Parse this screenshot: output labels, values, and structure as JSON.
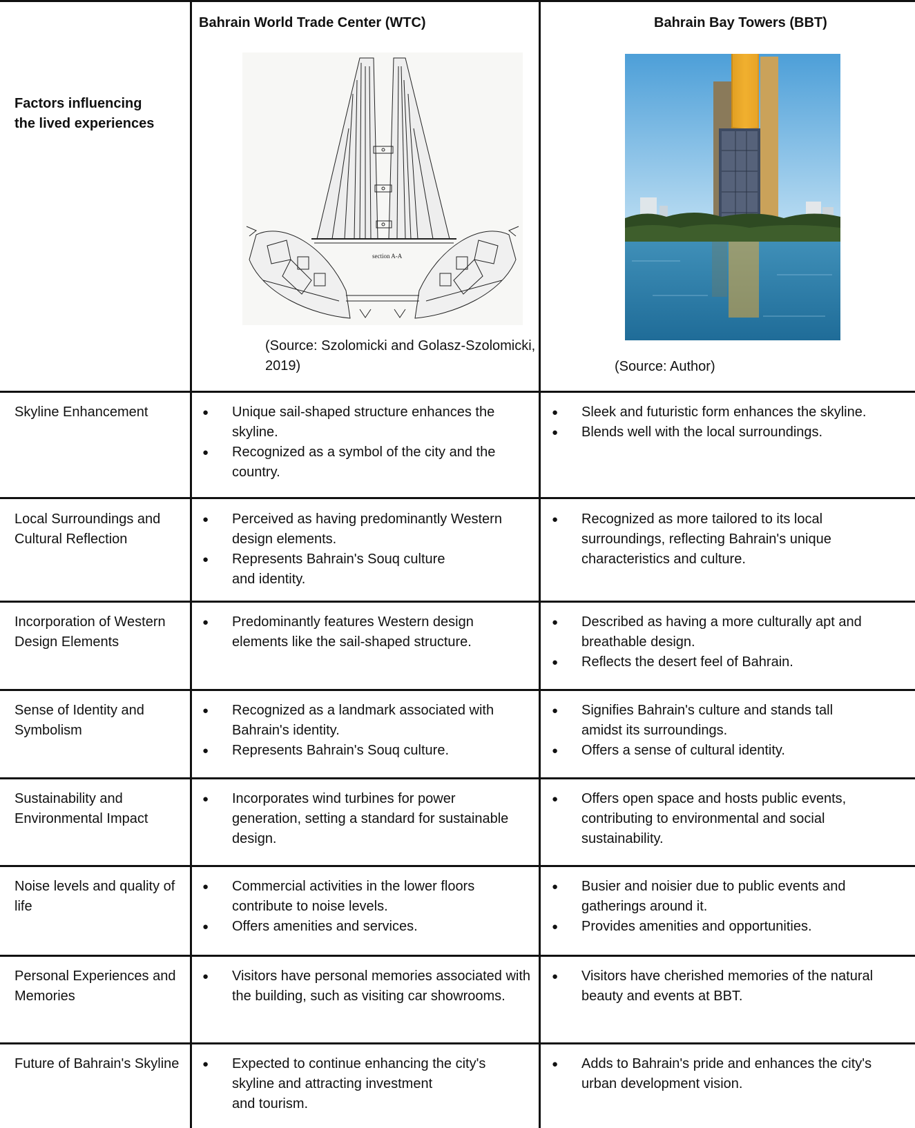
{
  "header": {
    "factors_label": "Factors influencing\n the lived experiences",
    "wtc_title": "Bahrain World Trade Center (WTC)",
    "bbt_title": "Bahrain Bay Towers (BBT)",
    "wtc_source": "(Source: Szolomicki and Golasz-Szolomicki,\n2019)",
    "bbt_source": "(Source: Author)",
    "wtc_drawing_label": "section A-A"
  },
  "rows": [
    {
      "factor": "Skyline Enhancement",
      "wtc": [
        "Unique sail-shaped structure enhances the\nskyline.",
        "Recognized as a symbol of the city and the\ncountry."
      ],
      "bbt": [
        "Sleek and futuristic form enhances the skyline.",
        "Blends well with the local surroundings."
      ]
    },
    {
      "factor": "Local Surroundings and\nCultural Reflection",
      "wtc": [
        "Perceived as having predominantly Western\ndesign elements.",
        "Represents Bahrain's Souq culture\nand identity."
      ],
      "bbt": [
        "Recognized as more tailored to its local\nsurroundings, reflecting Bahrain's unique\ncharacteristics and culture."
      ]
    },
    {
      "factor": "Incorporation of Western\nDesign Elements",
      "wtc": [
        "Predominantly features Western design\nelements like the sail-shaped structure."
      ],
      "bbt": [
        "Described as having a more culturally apt and\nbreathable design.",
        "Reflects the desert feel of Bahrain."
      ]
    },
    {
      "factor": "Sense of Identity and\nSymbolism",
      "wtc": [
        "Recognized as a landmark associated with\nBahrain's identity.",
        "Represents Bahrain's Souq culture."
      ],
      "bbt": [
        "Signifies Bahrain's culture and stands tall\namidst its surroundings.",
        "Offers a sense of cultural identity."
      ]
    },
    {
      "factor": "Sustainability and\nEnvironmental Impact",
      "wtc": [
        "Incorporates wind turbines for power\ngeneration, setting a standard for sustainable\ndesign."
      ],
      "bbt": [
        "Offers open space and hosts public events,\ncontributing to environmental and social\nsustainability."
      ]
    },
    {
      "factor": "Noise levels and quality of\nlife",
      "wtc": [
        "Commercial activities in the lower floors\ncontribute to noise levels.",
        "Offers amenities and services."
      ],
      "bbt": [
        "Busier and noisier due to public events and\ngatherings around it.",
        "Provides amenities and opportunities."
      ]
    },
    {
      "factor": "Personal Experiences and\nMemories",
      "wtc": [
        "Visitors have personal memories associated with\nthe building, such as visiting car showrooms."
      ],
      "bbt": [
        "Visitors have cherished memories of the natural\nbeauty and events at BBT."
      ]
    },
    {
      "factor": "Future of Bahrain's Skyline",
      "wtc": [
        "Expected to continue enhancing the city's\nskyline and attracting investment\nand tourism."
      ],
      "bbt": [
        "Adds to Bahrain's pride and enhances the city's\nurban development vision."
      ]
    }
  ],
  "colors": {
    "border": "#111111",
    "bbt_gold": "#e9a21c",
    "bbt_sky": "#6fb2de",
    "bbt_water": "#2f7fae"
  }
}
